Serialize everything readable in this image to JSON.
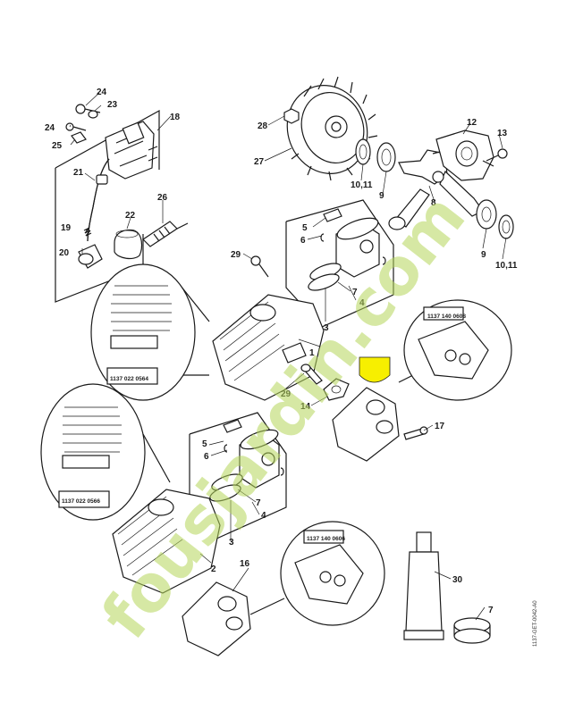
{
  "part_numbers": [
    "1",
    "2",
    "3",
    "4",
    "5",
    "6",
    "7",
    "8",
    "9",
    "9",
    "10,11",
    "10,11",
    "12",
    "13",
    "14",
    "16",
    "17",
    "18",
    "19",
    "20",
    "21",
    "22",
    "23",
    "24",
    "24",
    "25",
    "26",
    "27",
    "28",
    "29",
    "29",
    "30"
  ],
  "cylinder_codes": [
    "1137 022 0564",
    "1137 022 0566"
  ],
  "gasket_codes": [
    "1137 140 0608",
    "1137 140 0606"
  ],
  "drawing_ref": "1137-GET-0042-A0",
  "watermark": "fousjardin.com",
  "colors": {
    "line": "#1a1a1a",
    "highlight": "#f7ef00",
    "watermark_green": "#b6d75a",
    "watermark_orange": "#f39a3a"
  }
}
